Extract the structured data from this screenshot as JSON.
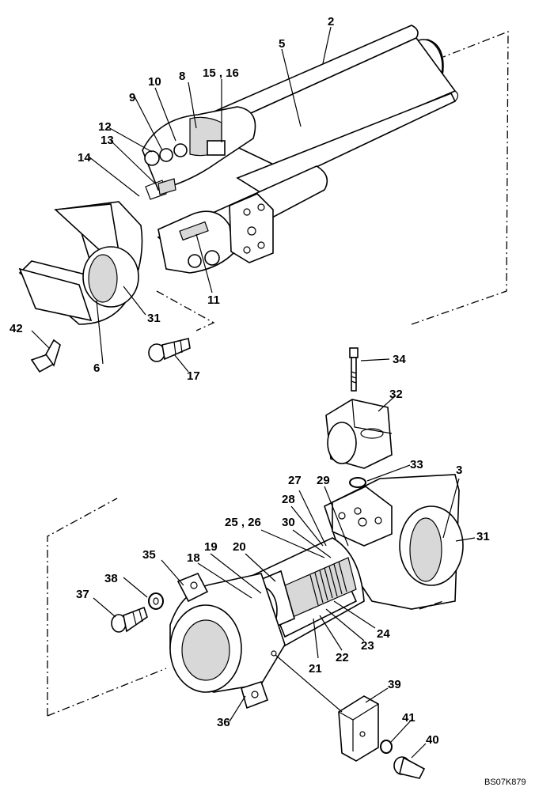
{
  "diagram": {
    "code": "BS07K879",
    "labels": {
      "l2": "2",
      "l5": "5",
      "l1516": "15 , 16",
      "l8": "8",
      "l10": "10",
      "l9": "9",
      "l12": "12",
      "l13": "13",
      "l14": "14",
      "l11": "11",
      "l31a": "31",
      "l6": "6",
      "l42": "42",
      "l17": "17",
      "l34": "34",
      "l32": "32",
      "l33": "33",
      "l3": "3",
      "l31b": "31",
      "l27": "27",
      "l29": "29",
      "l28": "28",
      "l2526": "25 , 26",
      "l30": "30",
      "l35": "35",
      "l19": "19",
      "l20": "20",
      "l18": "18",
      "l38": "38",
      "l37": "37",
      "l24": "24",
      "l23": "23",
      "l22": "22",
      "l21": "21",
      "l39": "39",
      "l41": "41",
      "l40": "40",
      "l36": "36"
    }
  }
}
